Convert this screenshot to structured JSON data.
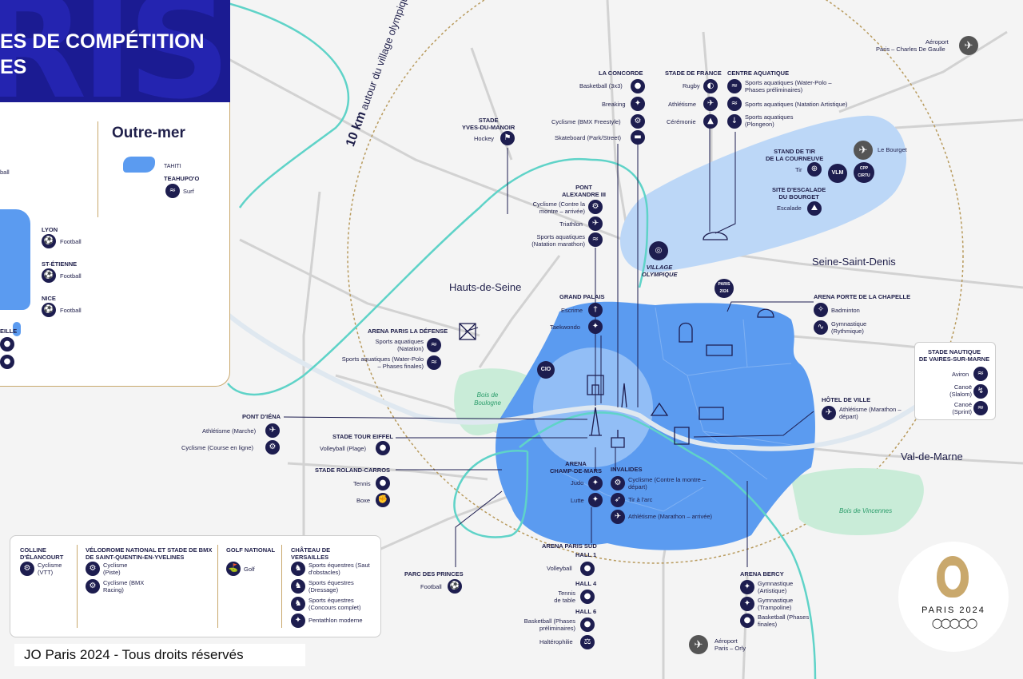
{
  "header": {
    "title_line1": "ES DE COMPÉTITION",
    "title_line2": "ES"
  },
  "overseas": {
    "title": "Outre-mer",
    "place1": "TAHITI",
    "place2": "TEAHUPO'O",
    "sport": "Surf"
  },
  "left_cities": [
    {
      "city": "LYON",
      "sport": "Football"
    },
    {
      "city": "ST-ÉTIENNE",
      "sport": "Football"
    },
    {
      "city": "NICE",
      "sport": "Football"
    },
    {
      "city": "EILLE",
      "sport": ""
    }
  ],
  "left_stub": "ball",
  "ring_label": {
    "bold": "10 km",
    "rest": " autour du village olympique"
  },
  "departments": [
    "Hauts-de-Seine",
    "Seine-Saint-Denis",
    "Val-de-Marne"
  ],
  "parks": [
    "Bois de Boulogne",
    "Bois de Vincennes"
  ],
  "village": {
    "label": "Village olympique"
  },
  "badges": {
    "cio": "CIO",
    "paris": "PARIS 2024",
    "vlm": "VLM",
    "cpp": "CPP CIRTU"
  },
  "airports": [
    {
      "name": "Aéroport",
      "sub": "Paris – Charles De Gaulle"
    },
    {
      "name": "Le Bourget",
      "sub": ""
    },
    {
      "name": "Aéroport",
      "sub": "Paris – Orly"
    }
  ],
  "venues": {
    "concorde": {
      "name": "LA CONCORDE",
      "sports": [
        "Basketball (3x3)",
        "Breaking",
        "Cyclisme (BMX Freestyle)",
        "Skateboard (Park/Street)"
      ]
    },
    "stade_france": {
      "name": "STADE DE FRANCE",
      "sports": [
        "Rugby",
        "Athlétisme",
        "Cérémonie"
      ]
    },
    "aquatique": {
      "name": "CENTRE AQUATIQUE",
      "sports": [
        "Sports aquatiques (Water-Polo – Phases préliminaires)",
        "Sports aquatiques (Natation Artistique)",
        "Sports aquatiques (Plongeon)"
      ]
    },
    "yves": {
      "name1": "STADE",
      "name2": "YVES-DU-MANOIR",
      "sports": [
        "Hockey"
      ]
    },
    "courneuve": {
      "name1": "STAND DE TIR",
      "name2": "DE LA COURNEUVE",
      "sports": [
        "Tir"
      ]
    },
    "bourget": {
      "name1": "SITE D'ESCALADE",
      "name2": "DU BOURGET",
      "sports": [
        "Escalade"
      ]
    },
    "alexandre": {
      "name1": "PONT",
      "name2": "ALEXANDRE III",
      "sports": [
        "Cyclisme (Contre la montre – arrivée)",
        "Triathlon",
        "Sports aquatiques (Natation marathon)"
      ]
    },
    "grand_palais": {
      "name": "GRAND PALAIS",
      "sports": [
        "Escrime",
        "Taekwondo"
      ]
    },
    "defense": {
      "name": "ARENA PARIS LA DÉFENSE",
      "sports": [
        "Sports aquatiques (Natation)",
        "Sports aquatiques (Water-Polo – Phases finales)"
      ]
    },
    "chapelle": {
      "name": "ARENA PORTE DE LA CHAPELLE",
      "sports": [
        "Badminton",
        "Gymnastique (Rythmique)"
      ]
    },
    "iena": {
      "name": "PONT D'IÉNA",
      "sports": [
        "Athlétisme (Marche)",
        "Cyclisme (Course en ligne)"
      ]
    },
    "tour_eiffel": {
      "name": "STADE TOUR EIFFEL",
      "sports": [
        "Volleyball (Plage)"
      ]
    },
    "roland": {
      "name": "STADE ROLAND-CARROS",
      "sports": [
        "Tennis",
        "Boxe"
      ]
    },
    "champ_mars": {
      "name1": "ARENA",
      "name2": "CHAMP-DE-MARS",
      "sports": [
        "Judo",
        "Lutte"
      ]
    },
    "invalides": {
      "name": "INVALIDES",
      "sports": [
        "Cyclisme (Contre la montre – départ)",
        "Tir à l'arc",
        "Athlétisme (Marathon – arrivée)"
      ]
    },
    "hotel_ville": {
      "name": "HÔTEL DE VILLE",
      "sports": [
        "Athlétisme (Marathon – départ)"
      ]
    },
    "vaires": {
      "name1": "STADE NAUTIQUE",
      "name2": "DE VAIRES-SUR-MARNE",
      "sports": [
        "Aviron",
        "Canoë (Slalom)",
        "Canoë (Sprint)"
      ]
    },
    "paris_sud": {
      "name": "ARENA PARIS SUD",
      "halls": [
        "HALL 1",
        "HALL 4",
        "HALL 6"
      ],
      "sports": [
        "Volleyball",
        "Tennis de table",
        "Basketball (Phases préliminaires)",
        "Haltérophilie"
      ]
    },
    "princes": {
      "name": "PARC DES PRINCES",
      "sports": [
        "Football"
      ]
    },
    "bercy": {
      "name": "ARENA BERCY",
      "sports": [
        "Gymnastique (Artistique)",
        "Gymnastique (Trampoline)",
        "Basketball (Phases finales)"
      ]
    }
  },
  "bottom_panel": {
    "elancourt": {
      "name": "COLLINE D'ÉLANCOURT",
      "sports": [
        "Cyclisme (VTT)"
      ]
    },
    "velodrome": {
      "name": "VÉLODROME NATIONAL ET STADE DE BMX DE SAINT-QUENTIN-EN-YVELINES",
      "sports": [
        "Cyclisme (Piste)",
        "Cyclisme (BMX Racing)"
      ]
    },
    "golf": {
      "name": "GOLF NATIONAL",
      "sports": [
        "Golf"
      ]
    },
    "versailles": {
      "name": "CHÂTEAU DE VERSAILLES",
      "sports": [
        "Sports équestres (Saut d'obstacles)",
        "Sports équestres (Dressage)",
        "Sports équestres (Concours complet)",
        "Pentathlon moderne"
      ]
    }
  },
  "logo": {
    "text": "PARIS 2024"
  },
  "copyright": "JO Paris 2024 - Tous droits réservés",
  "colors": {
    "navy": "#1d1d4f",
    "paris_blue": "#5b9bf0",
    "light_blue": "#bcd7f7",
    "teal": "#5fd3c8",
    "gold": "#b89a5c",
    "park_green": "#c9ecd8"
  }
}
